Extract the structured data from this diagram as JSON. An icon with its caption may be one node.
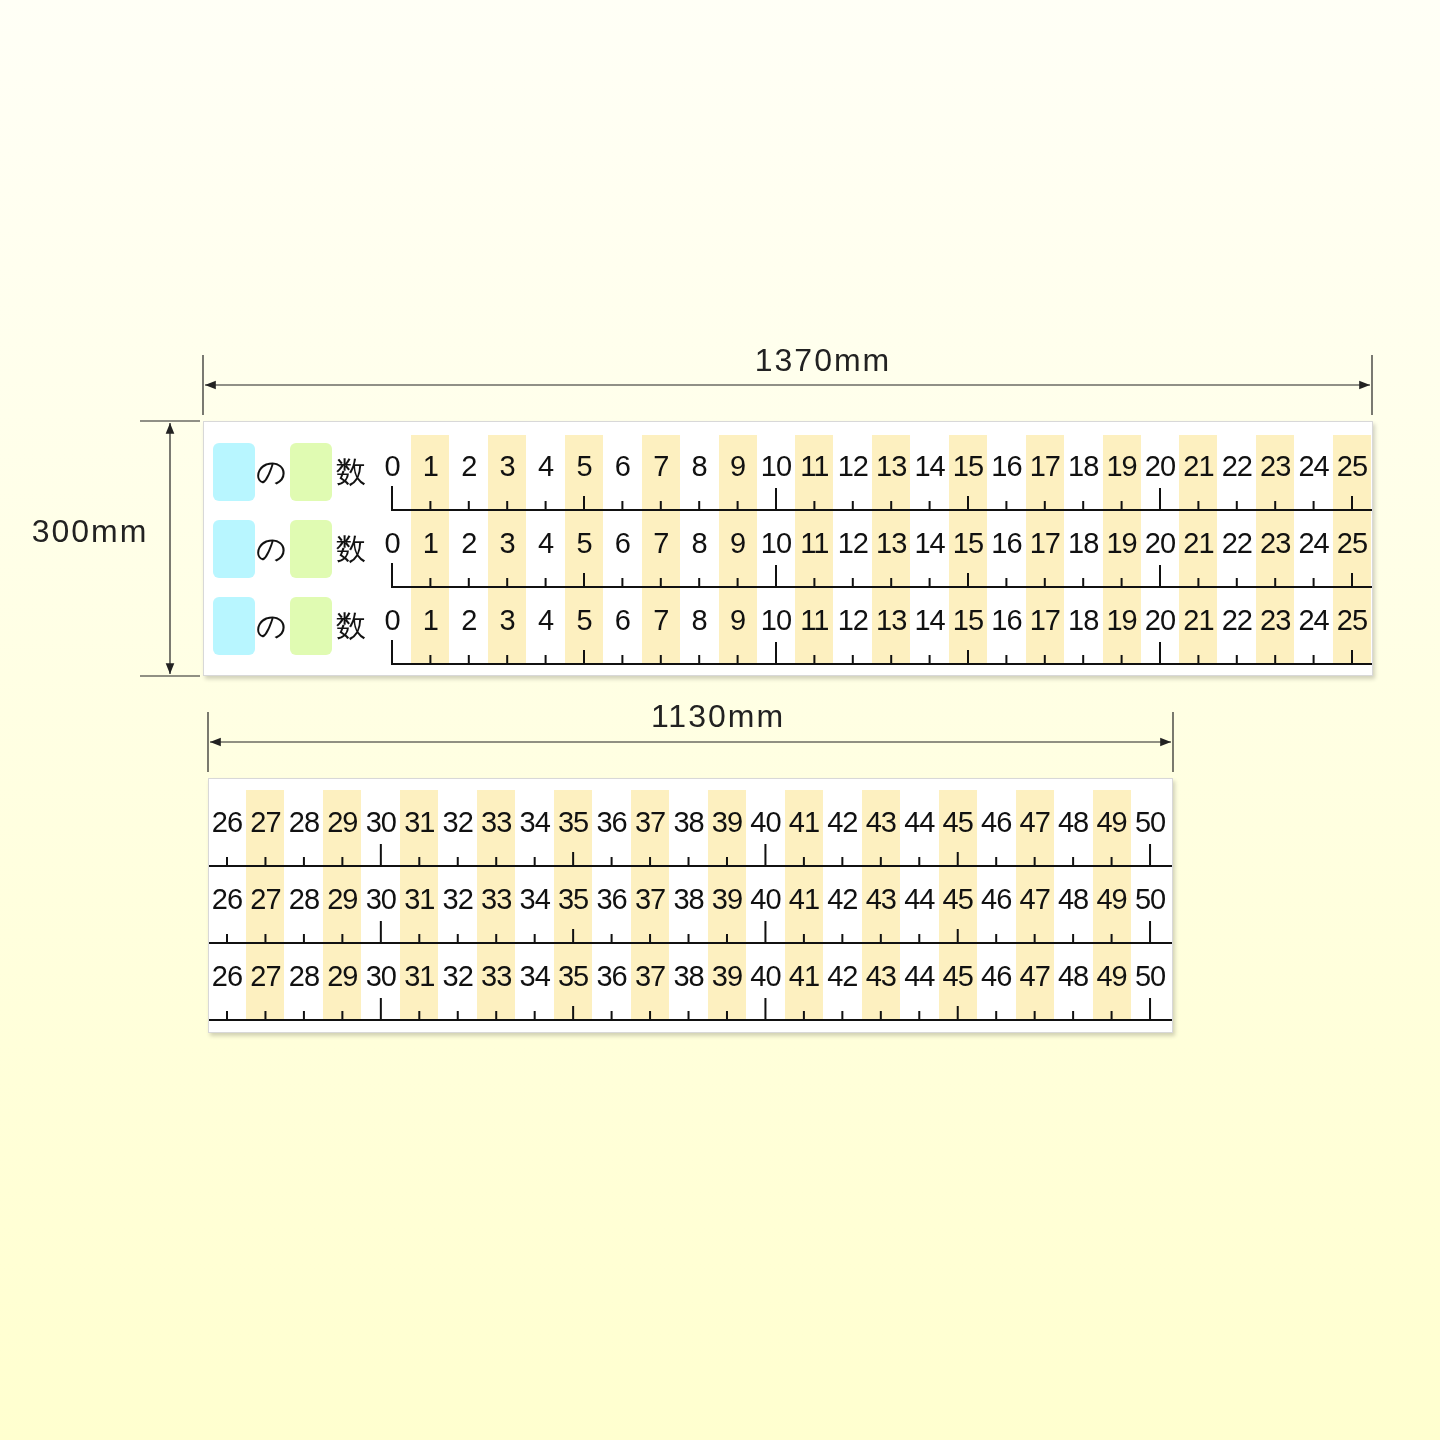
{
  "diagram": {
    "nodes": [
      {
        "text": [],
        "shape": "box"
      },
      {
        "text": [],
        "shape": "box"
      },
      {
        "text": [],
        "shape": "box",
        "in": 0
      },
      {
        "text": [],
        "shape": "box",
        "in": 0
      },
      {
        "text": [],
        "shape": "box",
        "in": 0
      },
      {
        "text": [],
        "shape": "box",
        "in": 0
      },
      {
        "text": [],
        "shape": "box",
        "in": 0
      },
      {
        "text": [],
        "shape": "box",
        "in": 0
      }
    ],
    "edges": [],
    "labels": [
      "1370mm",
      "300mm",
      "の",
      "数",
      "0",
      "1",
      "2",
      "3",
      "4",
      "5",
      "6",
      "7",
      "8",
      "9",
      "10",
      "11",
      "12",
      "13",
      "14",
      "15",
      "16",
      "17",
      "18",
      "19",
      "20",
      "21",
      "22",
      "23",
      "24",
      "25",
      "の",
      "数",
      "0",
      "1",
      "2",
      "3",
      "4",
      "5",
      "6",
      "7",
      "8",
      "9",
      "10",
      "11",
      "12",
      "13",
      "14",
      "15",
      "16",
      "17",
      "18",
      "19",
      "20",
      "21",
      "22",
      "23",
      "24",
      "25",
      "の",
      "数",
      "0",
      "1",
      "2",
      "3",
      "4",
      "5",
      "6",
      "7",
      "8",
      "9",
      "10",
      "11",
      "12",
      "13",
      "14",
      "15",
      "16",
      "17",
      "18",
      "19",
      "20",
      "21",
      "22",
      "23",
      "24",
      "25",
      "1130mm",
      "26",
      "27",
      "28",
      "29",
      "30",
      "31",
      "32",
      "33",
      "34",
      "35",
      "36",
      "37",
      "38",
      "39",
      "40",
      "41",
      "42",
      "43",
      "44",
      "45",
      "46",
      "47",
      "48",
      "49",
      "50",
      "26",
      "27",
      "28",
      "29",
      "30",
      "31",
      "32",
      "33",
      "34",
      "35",
      "36",
      "37",
      "38",
      "39",
      "40",
      "41",
      "42",
      "43",
      "44",
      "45",
      "46",
      "47",
      "48",
      "49",
      "50",
      "26",
      "27",
      "28",
      "29",
      "30",
      "31",
      "32",
      "33",
      "34",
      "35",
      "36",
      "37",
      "38",
      "39",
      "40",
      "41",
      "42",
      "43",
      "44",
      "45",
      "46",
      "47",
      "48",
      "49",
      "50"
    ]
  }
}
